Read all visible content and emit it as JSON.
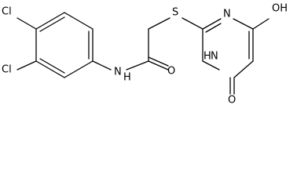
{
  "molecule": {
    "atoms": {
      "cl_top": "Cl",
      "cl_left": "Cl",
      "amide_n": "N",
      "amide_o": "O",
      "thio_s": "S",
      "ring_n_top": "N",
      "ring_nh": "N",
      "hydroxyl": "OH",
      "ring_o": "O"
    },
    "h_suffix": "H"
  },
  "colors": {
    "bond": "#000000",
    "text": "#000000",
    "background": "#ffffff"
  }
}
